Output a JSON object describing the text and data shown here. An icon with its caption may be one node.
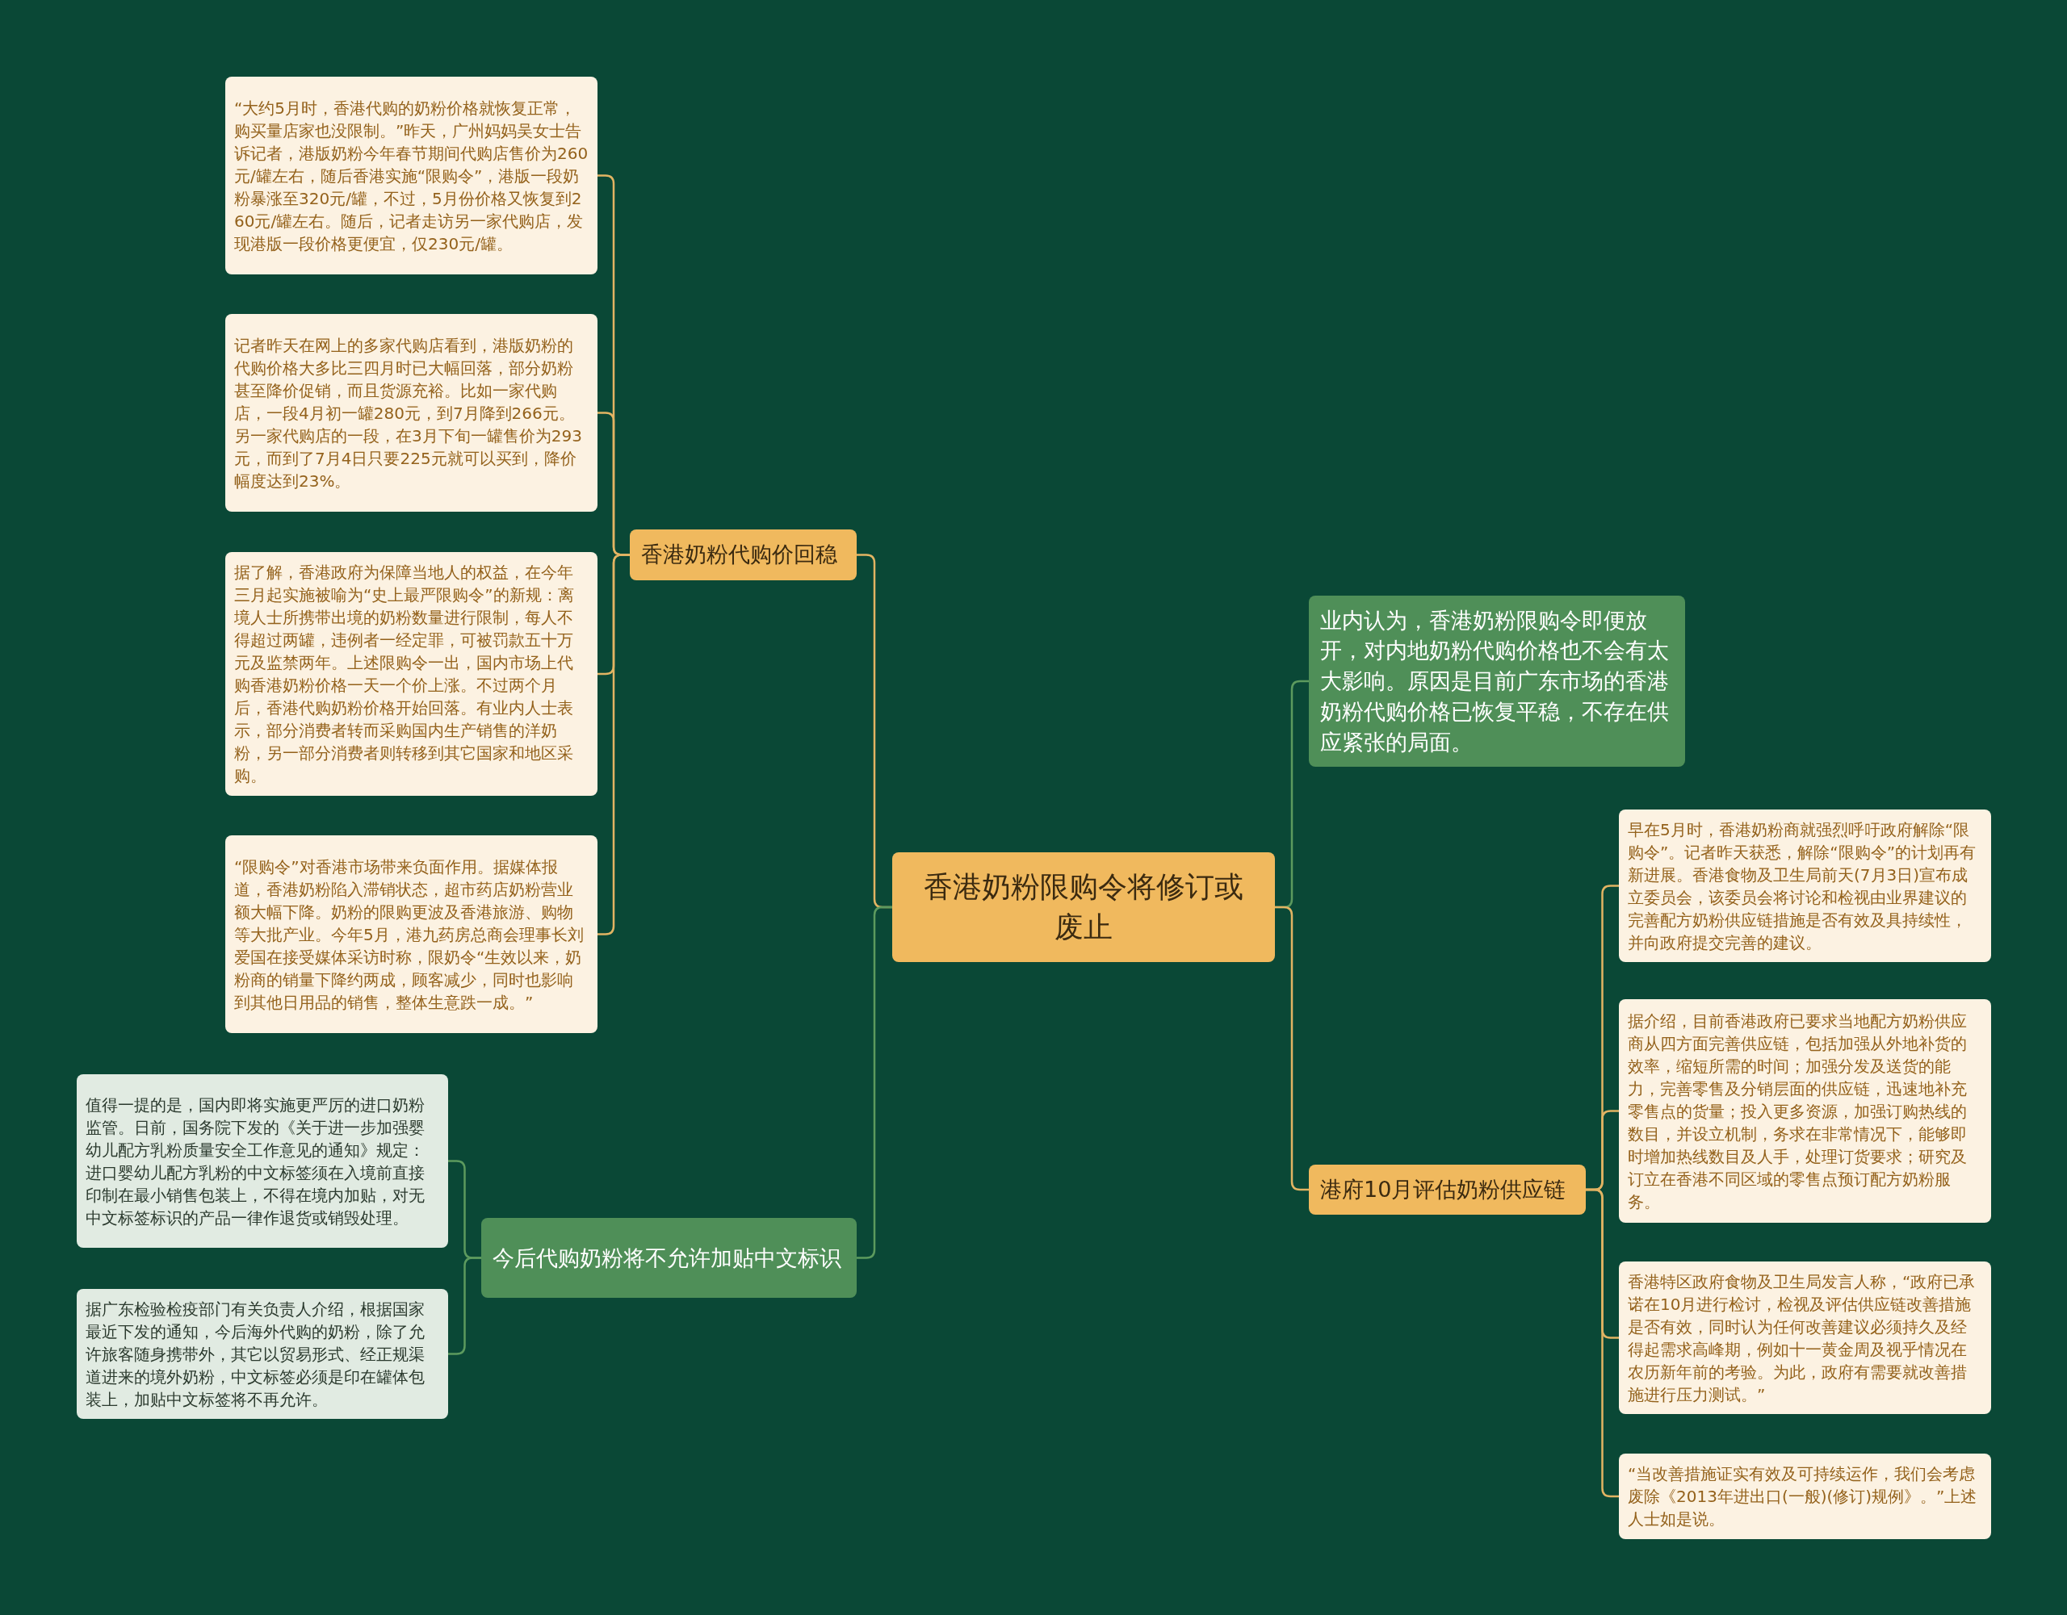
{
  "diagram": {
    "nodes": [
      {
        "text": [
          "香港奶粉限购令将修订或废止"
        ]
      },
      {
        "text": [
          "香港奶粉代购价回稳"
        ]
      },
      {
        "text": [
          "“大约5月时，香港代购的奶粉价格就恢复正常，购买量店家也没限制。”昨天，广州妈妈吴女士告诉记者，港版奶粉今年春节期间代购店售价为260元/罐左右，随后香港实施“限购令”，港版一段奶粉暴涨至320元/罐，不过，5月份价格又恢复到260元/罐左右。随后，记者走访另一家代购店，发现港版一段价格更便宜，仅230元/罐。"
        ]
      },
      {
        "text": [
          "记者昨天在网上的多家代购店看到，港版奶粉的代购价格大多比三四月时已大幅回落，部分奶粉甚至降价促销，而且货源充裕。比如一家代购店，一段4月初一罐280元，到7月降到266元。另一家代购店的一段，在3月下旬一罐售价为293元，而到了7月4日只要225元就可以买到，降价幅度达到23%。"
        ]
      },
      {
        "text": [
          "据了解，香港政府为保障当地人的权益，在今年三月起实施被喻为“史上最严限购令”的新规：离境人士所携带出境的奶粉数量进行限制，每人不得超过两罐，违例者一经定罪，可被罚款五十万元及监禁两年。上述限购令一出，国内市场上代购香港奶粉价格一天一个价上涨。不过两个月后，香港代购奶粉价格开始回落。有业内人士表示，部分消费者转而采购国内生产销售的洋奶粉，另一部分消费者则转移到其它国家和地区采购。"
        ]
      },
      {
        "text": [
          "“限购令”对香港市场带来负面作用。据媒体报道，香港奶粉陷入滞销状态，超市药店奶粉营业额大幅下降。奶粉的限购更波及香港旅游、购物等大批产业。今年5月，港九药房总商会理事长刘爱国在接受媒体采访时称，限奶令“生效以来，奶粉商的销量下降约两成，顾客减少，同时也影响到其他日用品的销售，整体生意跌一成。”"
        ]
      },
      {
        "text": [
          "今后代购奶粉将不允许加贴中文标识"
        ]
      },
      {
        "text": [
          "值得一提的是，国内即将实施更严厉的进口奶粉监管。日前，国务院下发的《关于进一步加强婴幼儿配方乳粉质量安全工作意见的通知》规定：进口婴幼儿配方乳粉的中文标签须在入境前直接印制在最小销售包装上，不得在境内加贴，对无中文标签标识的产品一律作退货或销毁处理。"
        ]
      },
      {
        "text": [
          "据广东检验检疫部门有关负责人介绍，根据国家最近下发的通知，今后海外代购的奶粉，除了允许旅客随身携带外，其它以贸易形式、经正规渠道进来的境外奶粉，中文标签必须是印在罐体包装上，加贴中文标签将不再允许。"
        ]
      },
      {
        "text": [
          "业内认为，香港奶粉限购令即便放开，对内地奶粉代购价格也不会有太大影响。原因是目前广东市场的香港奶粉代购价格已恢复平稳，不存在供应紧张的局面。"
        ]
      },
      {
        "text": [
          "港府10月评估奶粉供应链"
        ]
      },
      {
        "text": [
          "早在5月时，香港奶粉商就强烈呼吁政府解除“限购令”。记者昨天获悉，解除“限购令”的计划再有新进展。香港食物及卫生局前天(7月3日)宣布成立委员会，该委员会将讨论和检视由业界建议的完善配方奶粉供应链措施是否有效及具持续性，并向政府提交完善的建议。"
        ]
      },
      {
        "text": [
          "据介绍，目前香港政府已要求当地配方奶粉供应商从四方面完善供应链，包括加强从外地补货的效率，缩短所需的时间；加强分发及送货的能力，完善零售及分销层面的供应链，迅速地补充零售点的货量；投入更多资源，加强订购热线的数目，并设立机制，务求在非常情况下，能够即时增加热线数目及人手，处理订货要求；研究及订立在香港不同区域的零售点预订配方奶粉服务。"
        ]
      },
      {
        "text": [
          "香港特区政府食物及卫生局发言人称，“政府已承诺在10月进行检讨，检视及评估供应链改善措施是否有效，同时认为任何改善建议必须持久及经得起需求高峰期，例如十一黄金周及视乎情况在农历新年前的考验。为此，政府有需要就改善措施进行压力测试。”"
        ]
      },
      {
        "text": [
          "“当改善措施证实有效及可持续运作，我们会考虑废除《2013年进出口(一般)(修订)规例》。”上述人士如是说。"
        ]
      }
    ],
    "edges": [
      {
        "from": 0,
        "to": 1,
        "arrow": "none"
      },
      {
        "from": 1,
        "to": 2,
        "arrow": "none"
      },
      {
        "from": 1,
        "to": 3,
        "arrow": "none"
      },
      {
        "from": 1,
        "to": 4,
        "arrow": "none"
      },
      {
        "from": 1,
        "to": 5,
        "arrow": "none"
      },
      {
        "from": 0,
        "to": 6,
        "arrow": "none",
        "color": "#5c9a5e"
      },
      {
        "from": 6,
        "to": 7,
        "arrow": "none",
        "color": "#5c9a5e"
      },
      {
        "from": 6,
        "to": 8,
        "arrow": "none",
        "color": "#5c9a5e"
      },
      {
        "from": 0,
        "to": 9,
        "arrow": "none",
        "color": "#5c9a5e"
      },
      {
        "from": 0,
        "to": 10,
        "arrow": "none"
      },
      {
        "from": 10,
        "to": 11,
        "arrow": "none"
      },
      {
        "from": 10,
        "to": 12,
        "arrow": "none"
      },
      {
        "from": 10,
        "to": 13,
        "arrow": "none"
      },
      {
        "from": 10,
        "to": 14,
        "arrow": "none"
      }
    ]
  }
}
